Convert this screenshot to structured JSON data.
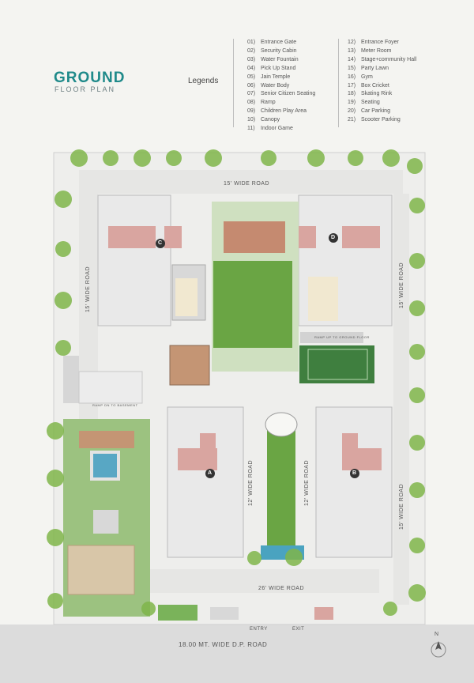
{
  "title": "GROUND",
  "subtitle": "FLOOR PLAN",
  "legends_heading": "Legends",
  "legend": [
    {
      "num": "01)",
      "label": "Entrance Gate"
    },
    {
      "num": "02)",
      "label": "Security Cabin"
    },
    {
      "num": "03)",
      "label": "Water Fountain"
    },
    {
      "num": "04)",
      "label": "Pick Up Stand"
    },
    {
      "num": "05)",
      "label": "Jain Temple"
    },
    {
      "num": "06)",
      "label": "Water Body"
    },
    {
      "num": "07)",
      "label": "Senior Citizen Seating"
    },
    {
      "num": "08)",
      "label": "Ramp"
    },
    {
      "num": "09)",
      "label": "Children Play Area"
    },
    {
      "num": "10)",
      "label": "Canopy"
    },
    {
      "num": "11)",
      "label": "Indoor Game"
    },
    {
      "num": "12)",
      "label": "Entrance Foyer"
    },
    {
      "num": "13)",
      "label": "Meter Room"
    },
    {
      "num": "14)",
      "label": "Stage+community Hall"
    },
    {
      "num": "15)",
      "label": "Party Lawn"
    },
    {
      "num": "16)",
      "label": "Gym"
    },
    {
      "num": "17)",
      "label": "Box Cricket"
    },
    {
      "num": "18)",
      "label": "Skating Rink"
    },
    {
      "num": "19)",
      "label": "Seating"
    },
    {
      "num": "20)",
      "label": "Car Parking"
    },
    {
      "num": "21)",
      "label": "Scooter Parking"
    }
  ],
  "roads": {
    "top": "15' WIDE ROAD",
    "left": "15' WIDE ROAD",
    "right_upper": "15' WIDE ROAD",
    "right_lower": "15' WIDE ROAD",
    "inner_left": "12' WIDE ROAD",
    "inner_right": "12' WIDE ROAD",
    "bottom": "26' WIDE ROAD",
    "main": "18.00 MT. WIDE D.P. ROAD"
  },
  "gate": {
    "entry": "ENTRY",
    "exit": "EXIT"
  },
  "ramp_notes": {
    "basement": "RAMP DN TO BASEMENT",
    "ground": "RAMP UP TO GROUND FLOOR"
  },
  "blocks": [
    "A",
    "B",
    "C",
    "D"
  ],
  "compass": "N"
}
